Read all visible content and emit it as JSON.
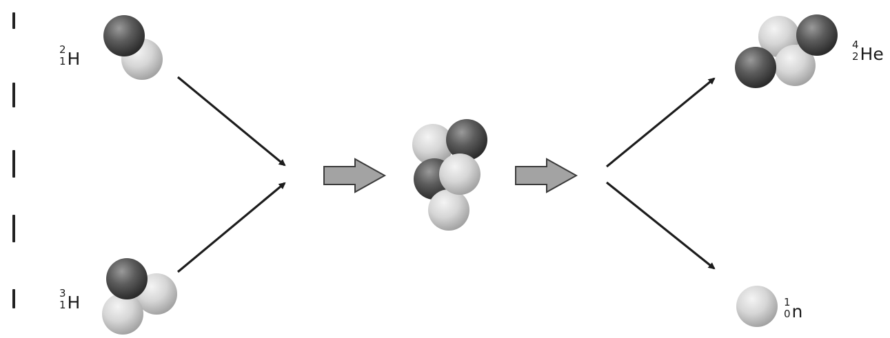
{
  "reactants": {
    "deuterium": {
      "mass": "2",
      "atomic": "1",
      "symbol": "H"
    },
    "tritium": {
      "mass": "3",
      "atomic": "1",
      "symbol": "H"
    }
  },
  "products": {
    "helium": {
      "mass": "4",
      "atomic": "2",
      "symbol": "He"
    },
    "neutron": {
      "mass": "1",
      "atomic": "0",
      "symbol": "n"
    }
  },
  "colors": {
    "proton": "#555555",
    "neutron": "#d4d4d4",
    "arrow_line": "#1c1c1c",
    "block_arrow_fill": "#a3a3a3",
    "block_arrow_stroke": "#3a3a3a"
  }
}
